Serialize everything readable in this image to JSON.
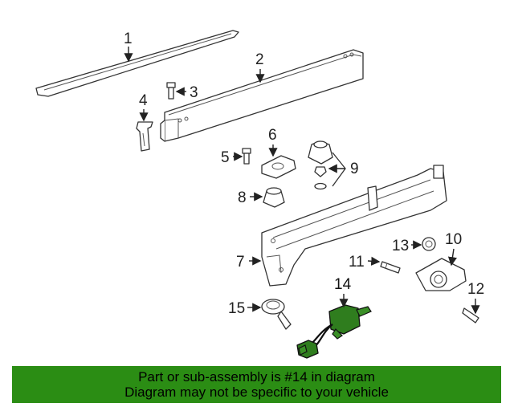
{
  "diagram": {
    "callouts": {
      "c1": "1",
      "c2": "2",
      "c3": "3",
      "c4": "4",
      "c5": "5",
      "c6": "6",
      "c7": "7",
      "c8": "8",
      "c9": "9",
      "c10": "10",
      "c11": "11",
      "c12": "12",
      "c13": "13",
      "c14": "14",
      "c15": "15"
    },
    "highlighted_part": "14",
    "highlight_color": "#2f7d1e"
  },
  "banner": {
    "line1": "Part or sub-assembly is #14 in diagram",
    "line2": "Diagram may not be specific to your vehicle",
    "background_color": "#2b8d14"
  }
}
